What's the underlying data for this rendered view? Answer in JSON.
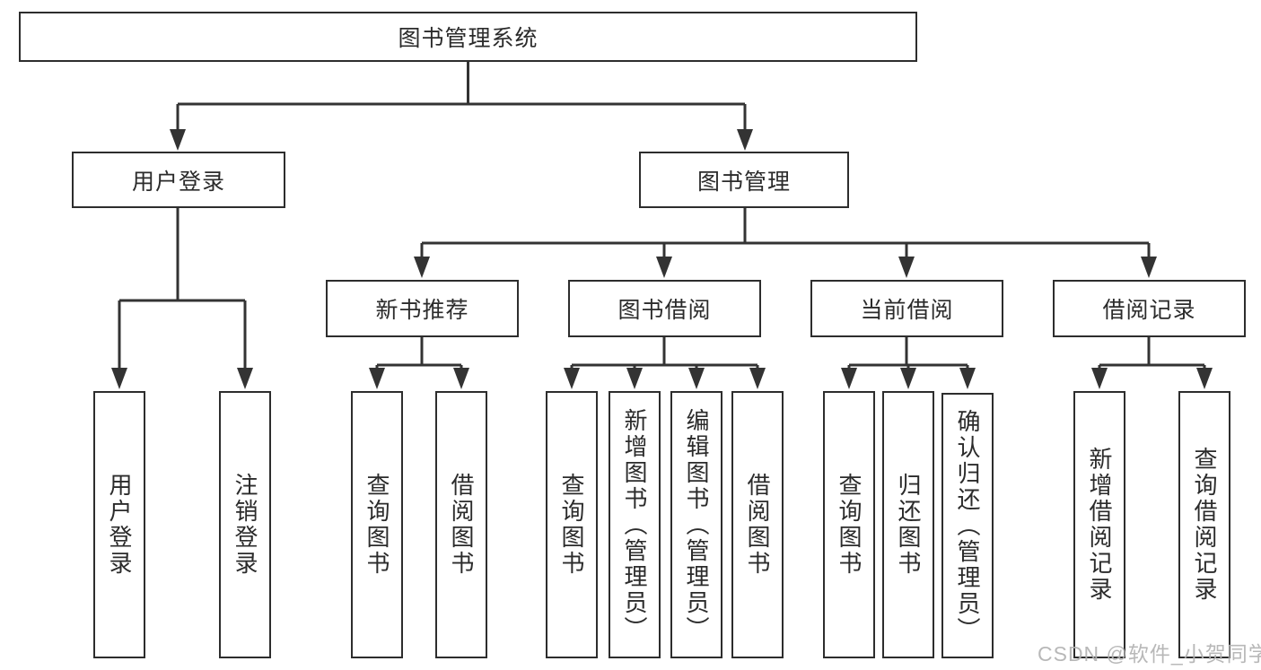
{
  "diagram_title": "图书管理系统",
  "tree": {
    "label": "图书管理系统",
    "children": [
      {
        "label": "用户登录",
        "children": [
          {
            "label": "用户登录"
          },
          {
            "label": "注销登录"
          }
        ]
      },
      {
        "label": "图书管理",
        "children": [
          {
            "label": "新书推荐",
            "children": [
              {
                "label": "查询图书"
              },
              {
                "label": "借阅图书"
              }
            ]
          },
          {
            "label": "图书借阅",
            "children": [
              {
                "label": "查询图书"
              },
              {
                "label": "新增图书（管理员）"
              },
              {
                "label": "编辑图书（管理员）"
              },
              {
                "label": "借阅图书"
              }
            ]
          },
          {
            "label": "当前借阅",
            "children": [
              {
                "label": "查询图书"
              },
              {
                "label": "归还图书"
              },
              {
                "label": "确认归还（管理员）"
              }
            ]
          },
          {
            "label": "借阅记录",
            "children": [
              {
                "label": "新增借阅记录"
              },
              {
                "label": "查询借阅记录"
              }
            ]
          }
        ]
      }
    ]
  },
  "watermark": {
    "text": "CSDN @软件_小贺同学"
  },
  "colors": {
    "line": "#333333",
    "box_border": "#2d2d2d",
    "text": "#2b2b2b",
    "background": "#ffffff",
    "watermark": "#b2b2b2"
  }
}
